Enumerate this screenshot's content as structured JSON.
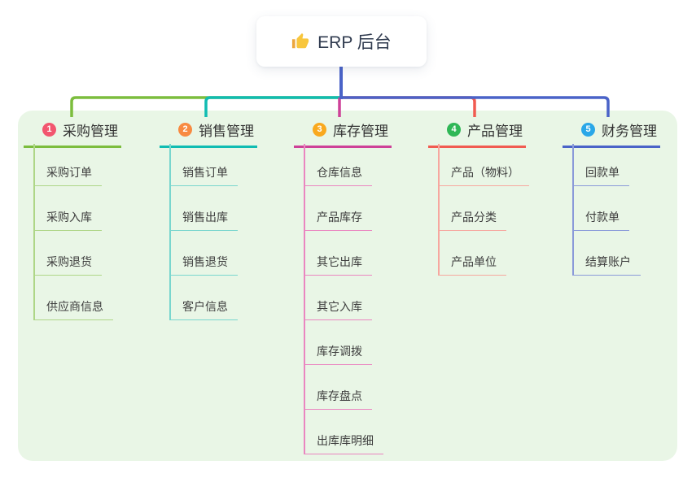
{
  "page": {
    "background_color": "#FFFFFF",
    "panel_background_color": "#E9F6E6"
  },
  "root": {
    "label": "ERP 后台",
    "icon": "thumbs-up-icon",
    "icon_color": "#F8C63D",
    "connector_color": "#4A63C8"
  },
  "branches": [
    {
      "badge": "1",
      "label": "采购管理",
      "accent_color": "#7CBD3D",
      "badge_color": "#F2566F",
      "children": [
        "采购订单",
        "采购入库",
        "采购退货",
        "供应商信息"
      ]
    },
    {
      "badge": "2",
      "label": "销售管理",
      "accent_color": "#10BCB2",
      "badge_color": "#F88A41",
      "children": [
        "销售订单",
        "销售出库",
        "销售退货",
        "客户信息"
      ]
    },
    {
      "badge": "3",
      "label": "库存管理",
      "accent_color": "#CE4198",
      "badge_color": "#F9A91E",
      "children": [
        "仓库信息",
        "产品库存",
        "其它出库",
        "其它入库",
        "库存调拨",
        "库存盘点",
        "出库库明细"
      ]
    },
    {
      "badge": "4",
      "label": "产品管理",
      "accent_color": "#F15B51",
      "badge_color": "#2FB756",
      "children": [
        "产品（物料）",
        "产品分类",
        "产品单位"
      ]
    },
    {
      "badge": "5",
      "label": "财务管理",
      "accent_color": "#4A63C8",
      "badge_color": "#2AA7E8",
      "children": [
        "回款单",
        "付款单",
        "结算账户"
      ]
    }
  ]
}
